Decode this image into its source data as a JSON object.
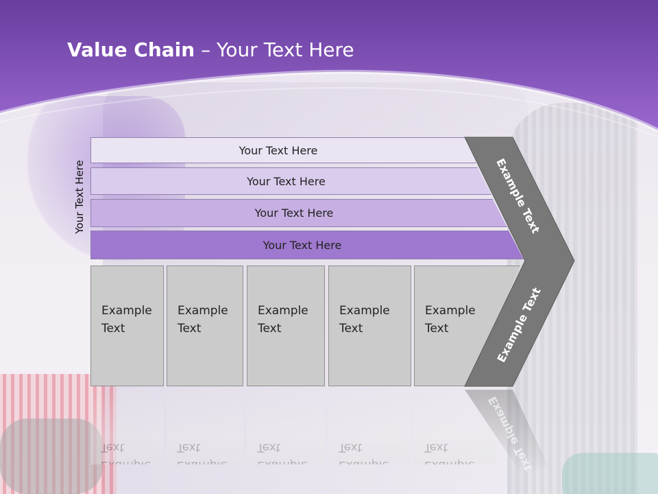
{
  "title": {
    "bold": "Value Chain",
    "rest": " – Your Text Here"
  },
  "side_label": "Your Text Here",
  "bars": [
    "Your Text Here",
    "Your Text Here",
    "Your Text Here",
    "Your Text Here"
  ],
  "boxes": [
    {
      "line1": "Example",
      "line2": "Text"
    },
    {
      "line1": "Example",
      "line2": "Text"
    },
    {
      "line1": "Example",
      "line2": "Text"
    },
    {
      "line1": "Example",
      "line2": "Text"
    },
    {
      "line1": "Example",
      "line2": "Text"
    }
  ],
  "chevron": {
    "upper": "Example Text",
    "lower": "Example Text"
  },
  "colors": {
    "header": "#7f4fb9",
    "bar_dark": "#9f78cf",
    "chevron": "#7a7a7a",
    "box": "#cbcbcb"
  }
}
